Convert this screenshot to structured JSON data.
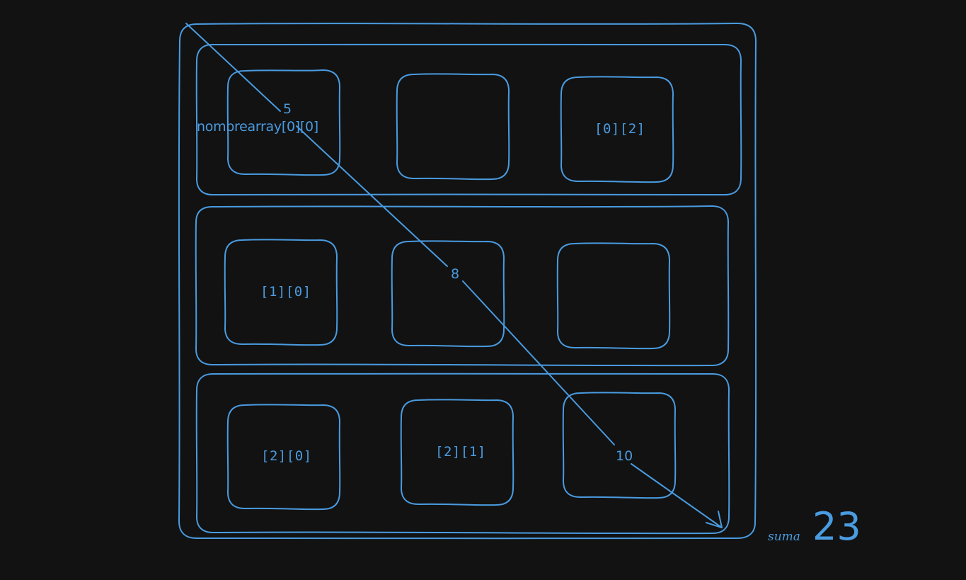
{
  "diagram": {
    "cells": [
      {
        "row": 0,
        "col": 0,
        "index_label": "[0][0]",
        "value": "5",
        "prefix": "nombrearray"
      },
      {
        "row": 0,
        "col": 1,
        "index_label": "",
        "value": ""
      },
      {
        "row": 0,
        "col": 2,
        "index_label": "[0][2]",
        "value": ""
      },
      {
        "row": 1,
        "col": 0,
        "index_label": "[1][0]",
        "value": ""
      },
      {
        "row": 1,
        "col": 1,
        "index_label": "",
        "value": "8"
      },
      {
        "row": 1,
        "col": 2,
        "index_label": "",
        "value": ""
      },
      {
        "row": 2,
        "col": 0,
        "index_label": "[2][0]",
        "value": ""
      },
      {
        "row": 2,
        "col": 1,
        "index_label": "[2][1]",
        "value": ""
      },
      {
        "row": 2,
        "col": 2,
        "index_label": "",
        "value": "10"
      }
    ],
    "sum": {
      "label": "suma",
      "value": "23"
    },
    "stroke_color": "#4a9be0",
    "background_color": "#121212"
  }
}
